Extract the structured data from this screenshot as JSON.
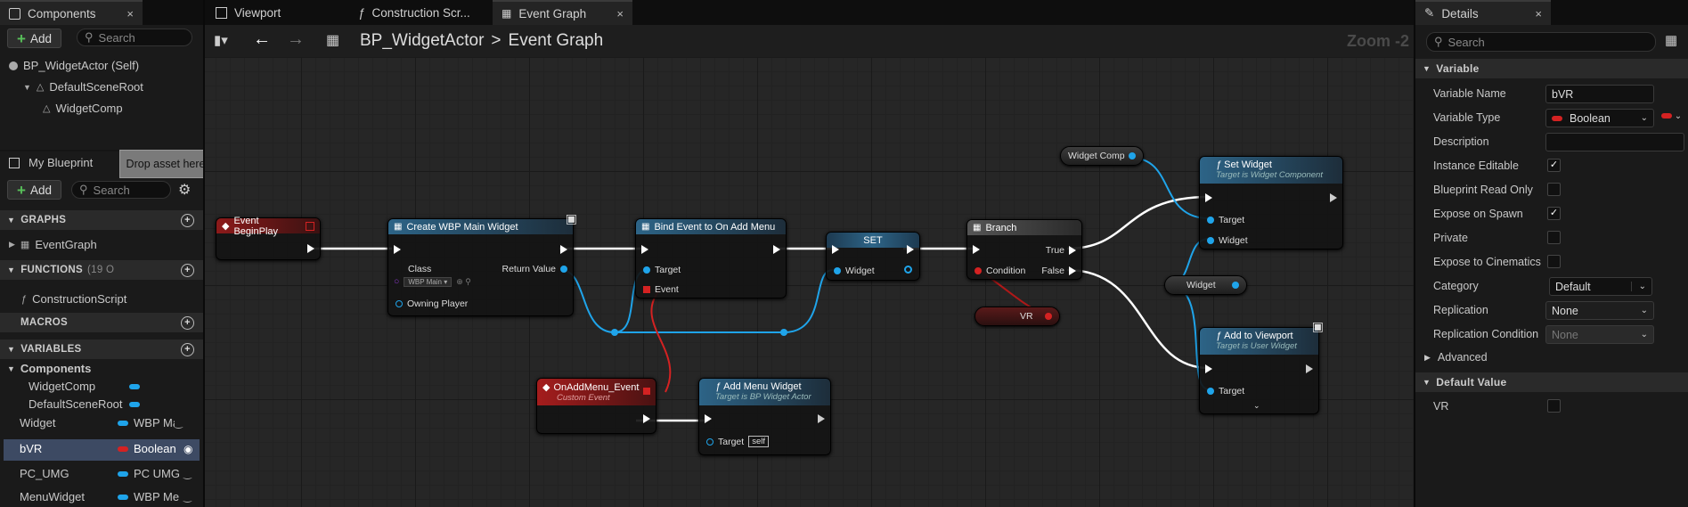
{
  "tabs": {
    "components": "Components",
    "viewport": "Viewport",
    "construction": "Construction Scr...",
    "event_graph": "Event Graph",
    "details": "Details",
    "close": "×"
  },
  "components_panel": {
    "add_label": "Add",
    "search_placeholder": "Search",
    "tree": [
      "BP_WidgetActor (Self)",
      "DefaultSceneRoot",
      "WidgetComp"
    ],
    "drop_hint": "Drop asset here to add a component"
  },
  "my_blueprint": {
    "title": "My Blueprint",
    "add_label": "Add",
    "search_placeholder": "Search",
    "graphs_header": "GRAPHS",
    "graph_item": "EventGraph",
    "functions_header": "FUNCTIONS",
    "functions_count": "(19 O",
    "function_item": "ConstructionScript",
    "macros_header": "MACROS",
    "variables_header": "VARIABLES",
    "components_group": "Components",
    "component_vars": [
      "WidgetComp",
      "DefaultSceneRoot"
    ],
    "variables": [
      {
        "name": "Widget",
        "type": "WBP Ma",
        "color": "#1fa4ea"
      },
      {
        "name": "bVR",
        "type": "Boolean",
        "color": "#b01818"
      },
      {
        "name": "PC_UMG",
        "type": "PC UMG",
        "color": "#1fa4ea"
      },
      {
        "name": "MenuWidget",
        "type": "WBP Me",
        "color": "#1fa4ea"
      }
    ]
  },
  "graph": {
    "breadcrumb_root": "BP_WidgetActor",
    "breadcrumb_sep": ">",
    "breadcrumb_leaf": "Event Graph",
    "zoom": "Zoom -2",
    "nodes": {
      "event_begin_play": "Event BeginPlay",
      "create_widget": {
        "title": "Create WBP Main Widget",
        "class": "Class",
        "class_value": "WBP Main",
        "return": "Return Value",
        "owning": "Owning Player"
      },
      "bind_event": {
        "title": "Bind Event to On Add Menu",
        "target": "Target",
        "event": "Event"
      },
      "set": {
        "title": "SET",
        "widget": "Widget"
      },
      "branch": {
        "title": "Branch",
        "true": "True",
        "false": "False",
        "condition": "Condition"
      },
      "widget_comp": "Widget Comp",
      "set_widget": {
        "title": "Set Widget",
        "sub": "Target is Widget Component",
        "target": "Target",
        "widget": "Widget"
      },
      "widget_var": "Widget",
      "vr_var": "VR",
      "add_to_viewport": {
        "title": "Add to Viewport",
        "sub": "Target is User Widget",
        "target": "Target"
      },
      "custom_event": {
        "title": "OnAddMenu_Event",
        "sub": "Custom Event"
      },
      "add_menu_widget": {
        "title": "Add Menu Widget",
        "sub": "Target is BP Widget Actor",
        "target": "Target",
        "self": "self"
      }
    }
  },
  "details": {
    "search_placeholder": "Search",
    "variable_header": "Variable",
    "variable_name_label": "Variable Name",
    "variable_name_value": "bVR",
    "variable_type_label": "Variable Type",
    "variable_type_value": "Boolean",
    "description_label": "Description",
    "instance_editable": "Instance Editable",
    "blueprint_read_only": "Blueprint Read Only",
    "expose_on_spawn": "Expose on Spawn",
    "private": "Private",
    "expose_cinematics": "Expose to Cinematics",
    "category_label": "Category",
    "category_value": "Default",
    "replication_label": "Replication",
    "replication_value": "None",
    "replication_condition_label": "Replication Condition",
    "replication_condition_value": "None",
    "advanced": "Advanced",
    "default_value_header": "Default Value",
    "vr_label": "VR",
    "checkmark": "✓"
  }
}
